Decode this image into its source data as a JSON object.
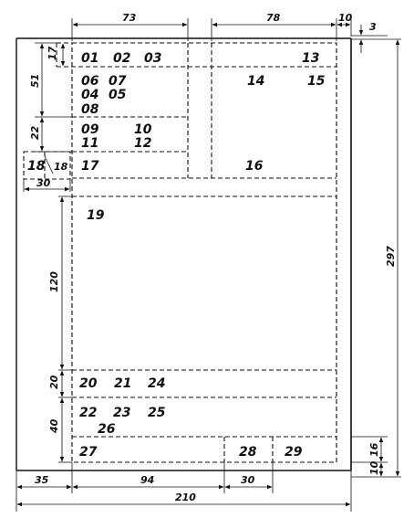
{
  "fields": {
    "f01": "01",
    "f02": "02",
    "f03": "03",
    "f04": "04",
    "f05": "05",
    "f06": "06",
    "f07": "07",
    "f08": "08",
    "f09": "09",
    "f10": "10",
    "f11": "11",
    "f12": "12",
    "f13": "13",
    "f14": "14",
    "f15": "15",
    "f16": "16",
    "f17": "17",
    "f18": "18",
    "f19": "19",
    "f20": "20",
    "f21": "21",
    "f22": "22",
    "f23": "23",
    "f24": "24",
    "f25": "25",
    "f26": "26",
    "f27": "27",
    "f28": "28",
    "f29": "29"
  },
  "dimensions": {
    "top_73": "73",
    "top_78": "78",
    "top_10": "10",
    "top_3": "3",
    "left_17": "17",
    "left_51": "51",
    "left_22": "22",
    "box_18": "18",
    "left_30": "30",
    "left_120": "120",
    "left_20": "20",
    "left_40": "40",
    "right_297": "297",
    "right_16": "16",
    "right_10": "10",
    "bottom_35": "35",
    "bottom_94": "94",
    "bottom_30": "30",
    "bottom_210": "210"
  }
}
